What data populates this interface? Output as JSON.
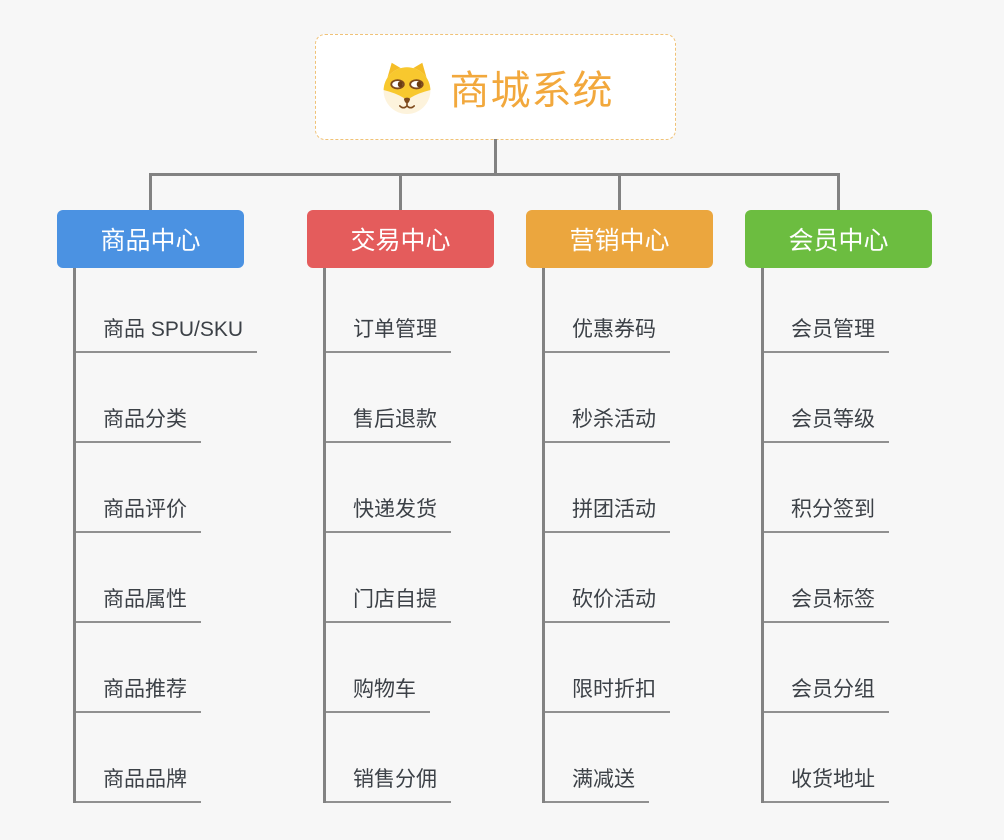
{
  "root": {
    "title": "商城系统",
    "icon": "shiba-dog-face-icon"
  },
  "branches": [
    {
      "label": "商品中心",
      "color": "#4b92e2",
      "items": [
        "商品 SPU/SKU",
        "商品分类",
        "商品评价",
        "商品属性",
        "商品推荐",
        "商品品牌"
      ]
    },
    {
      "label": "交易中心",
      "color": "#e45c5c",
      "items": [
        "订单管理",
        "售后退款",
        "快递发货",
        "门店自提",
        "购物车",
        "销售分佣"
      ]
    },
    {
      "label": "营销中心",
      "color": "#eba63e",
      "items": [
        "优惠券码",
        "秒杀活动",
        "拼团活动",
        "砍价活动",
        "限时折扣",
        "满减送"
      ]
    },
    {
      "label": "会员中心",
      "color": "#6cbd40",
      "items": [
        "会员管理",
        "会员等级",
        "积分签到",
        "会员标签",
        "会员分组",
        "收货地址"
      ]
    }
  ],
  "palette": {
    "background": "#f7f7f7",
    "connector_line": "#828282",
    "leaf_underline": "#909090",
    "leaf_text": "#3c4147",
    "root_accent": "#f2a83c",
    "root_border": "#f0c277"
  }
}
